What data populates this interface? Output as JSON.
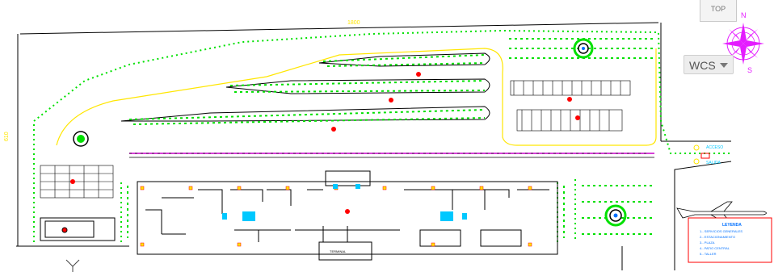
{
  "viewcube": {
    "face_label": "TOP"
  },
  "compass": {
    "north": "N",
    "south": "S",
    "color": "#e41cff"
  },
  "ucs": {
    "label": "WCS"
  },
  "legend": {
    "title": "LEYENDA",
    "items": [
      "1.- SERVICIOS GENERALES",
      "2.- ESTACIONAMIENTO",
      "3.- PLAZA",
      "4.- PATIO CENTRAL",
      "5.- TALLER"
    ]
  },
  "labels": {
    "dimension_top": "1800",
    "dimension_left": "610",
    "access_label": "ACCESO",
    "exit_label": "SALIDA",
    "building_label": "TERMINAL"
  },
  "colors": {
    "tree": "#00e000",
    "linework": "#000000",
    "path": "#ffe600",
    "magenta": "#c800c8",
    "blue": "#0070ff",
    "red": "#ff0000",
    "cyan": "#00c8ff"
  }
}
